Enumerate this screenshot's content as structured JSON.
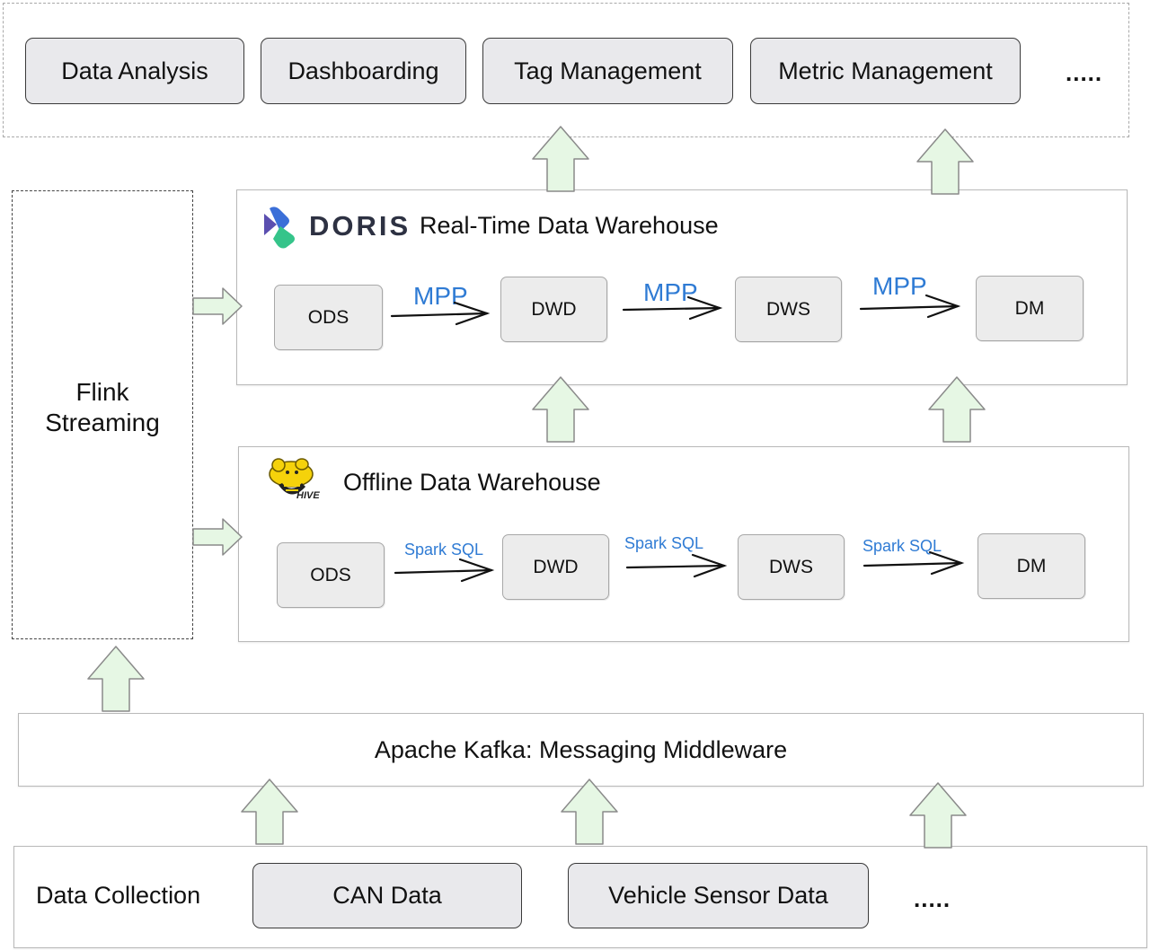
{
  "applications": {
    "items": [
      "Data Analysis",
      "Dashboarding",
      "Tag Management",
      "Metric Management"
    ],
    "more": "....."
  },
  "flink": {
    "label": "Flink\nStreaming"
  },
  "realtime": {
    "logo_text": "DORIS",
    "title": "Real-Time Data Warehouse",
    "stages": [
      "ODS",
      "DWD",
      "DWS",
      "DM"
    ],
    "transitions": [
      "MPP",
      "MPP",
      "MPP"
    ]
  },
  "offline": {
    "logo_text": "HIVE",
    "title": "Offline Data Warehouse",
    "stages": [
      "ODS",
      "DWD",
      "DWS",
      "DM"
    ],
    "transitions": [
      "Spark SQL",
      "Spark SQL",
      "Spark SQL"
    ]
  },
  "kafka": {
    "label": "Apache Kafka: Messaging Middleware"
  },
  "collection": {
    "label": "Data Collection",
    "sources": [
      "CAN Data",
      "Vehicle Sensor Data"
    ],
    "more": "....."
  },
  "colors": {
    "arrow_fill": "#e6f7e4",
    "arrow_stroke": "#8a8a8a",
    "transition_text": "#2f7bd4",
    "doris_purple": "#5b4fb0",
    "doris_green": "#35c48a",
    "hive_yellow": "#f5d20b"
  }
}
